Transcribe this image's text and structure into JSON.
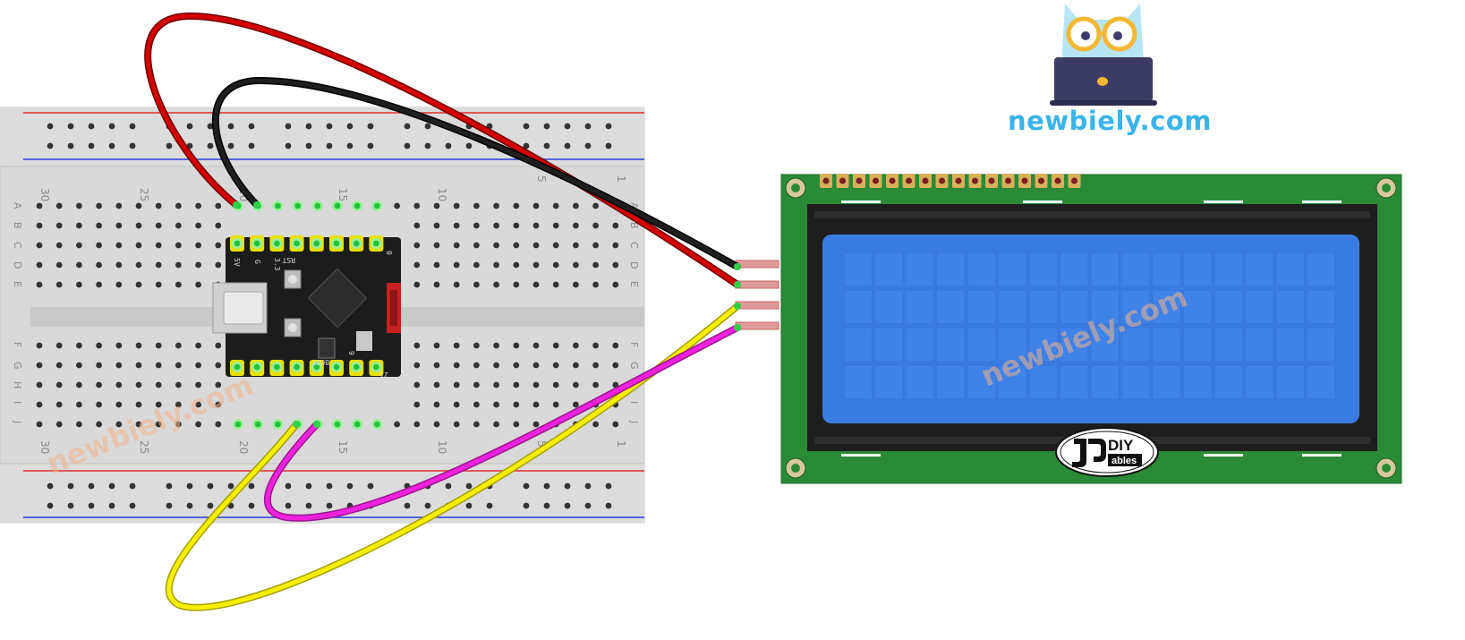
{
  "brand": {
    "site": "newbiely.com",
    "watermark": "newbiely.com"
  },
  "breadboard": {
    "column_numbers": [
      "30",
      "25",
      "20",
      "15",
      "10",
      "5",
      "1"
    ],
    "rows_top": [
      "A",
      "B",
      "C",
      "D",
      "E"
    ],
    "rows_bottom": [
      "F",
      "G",
      "H",
      "I",
      "J"
    ]
  },
  "board": {
    "labels": {
      "rst": "RST",
      "boot": "BOOT",
      "zero": "0",
      "five_v": "5V",
      "g": "G",
      "three_v": "3.3",
      "nine": "9",
      "twenty_one": "21"
    }
  },
  "lcd": {
    "logo_diy": "DIY",
    "logo_ables": "ables"
  },
  "colors": {
    "red_wire": "#d40000",
    "black_wire": "#1a1a1a",
    "yellow_wire": "#f7ee00",
    "magenta_wire": "#ee22dd",
    "lcd_pcb": "#2b8a36",
    "lcd_screen": "#3a7be0",
    "brand": "#3ab3e8"
  }
}
